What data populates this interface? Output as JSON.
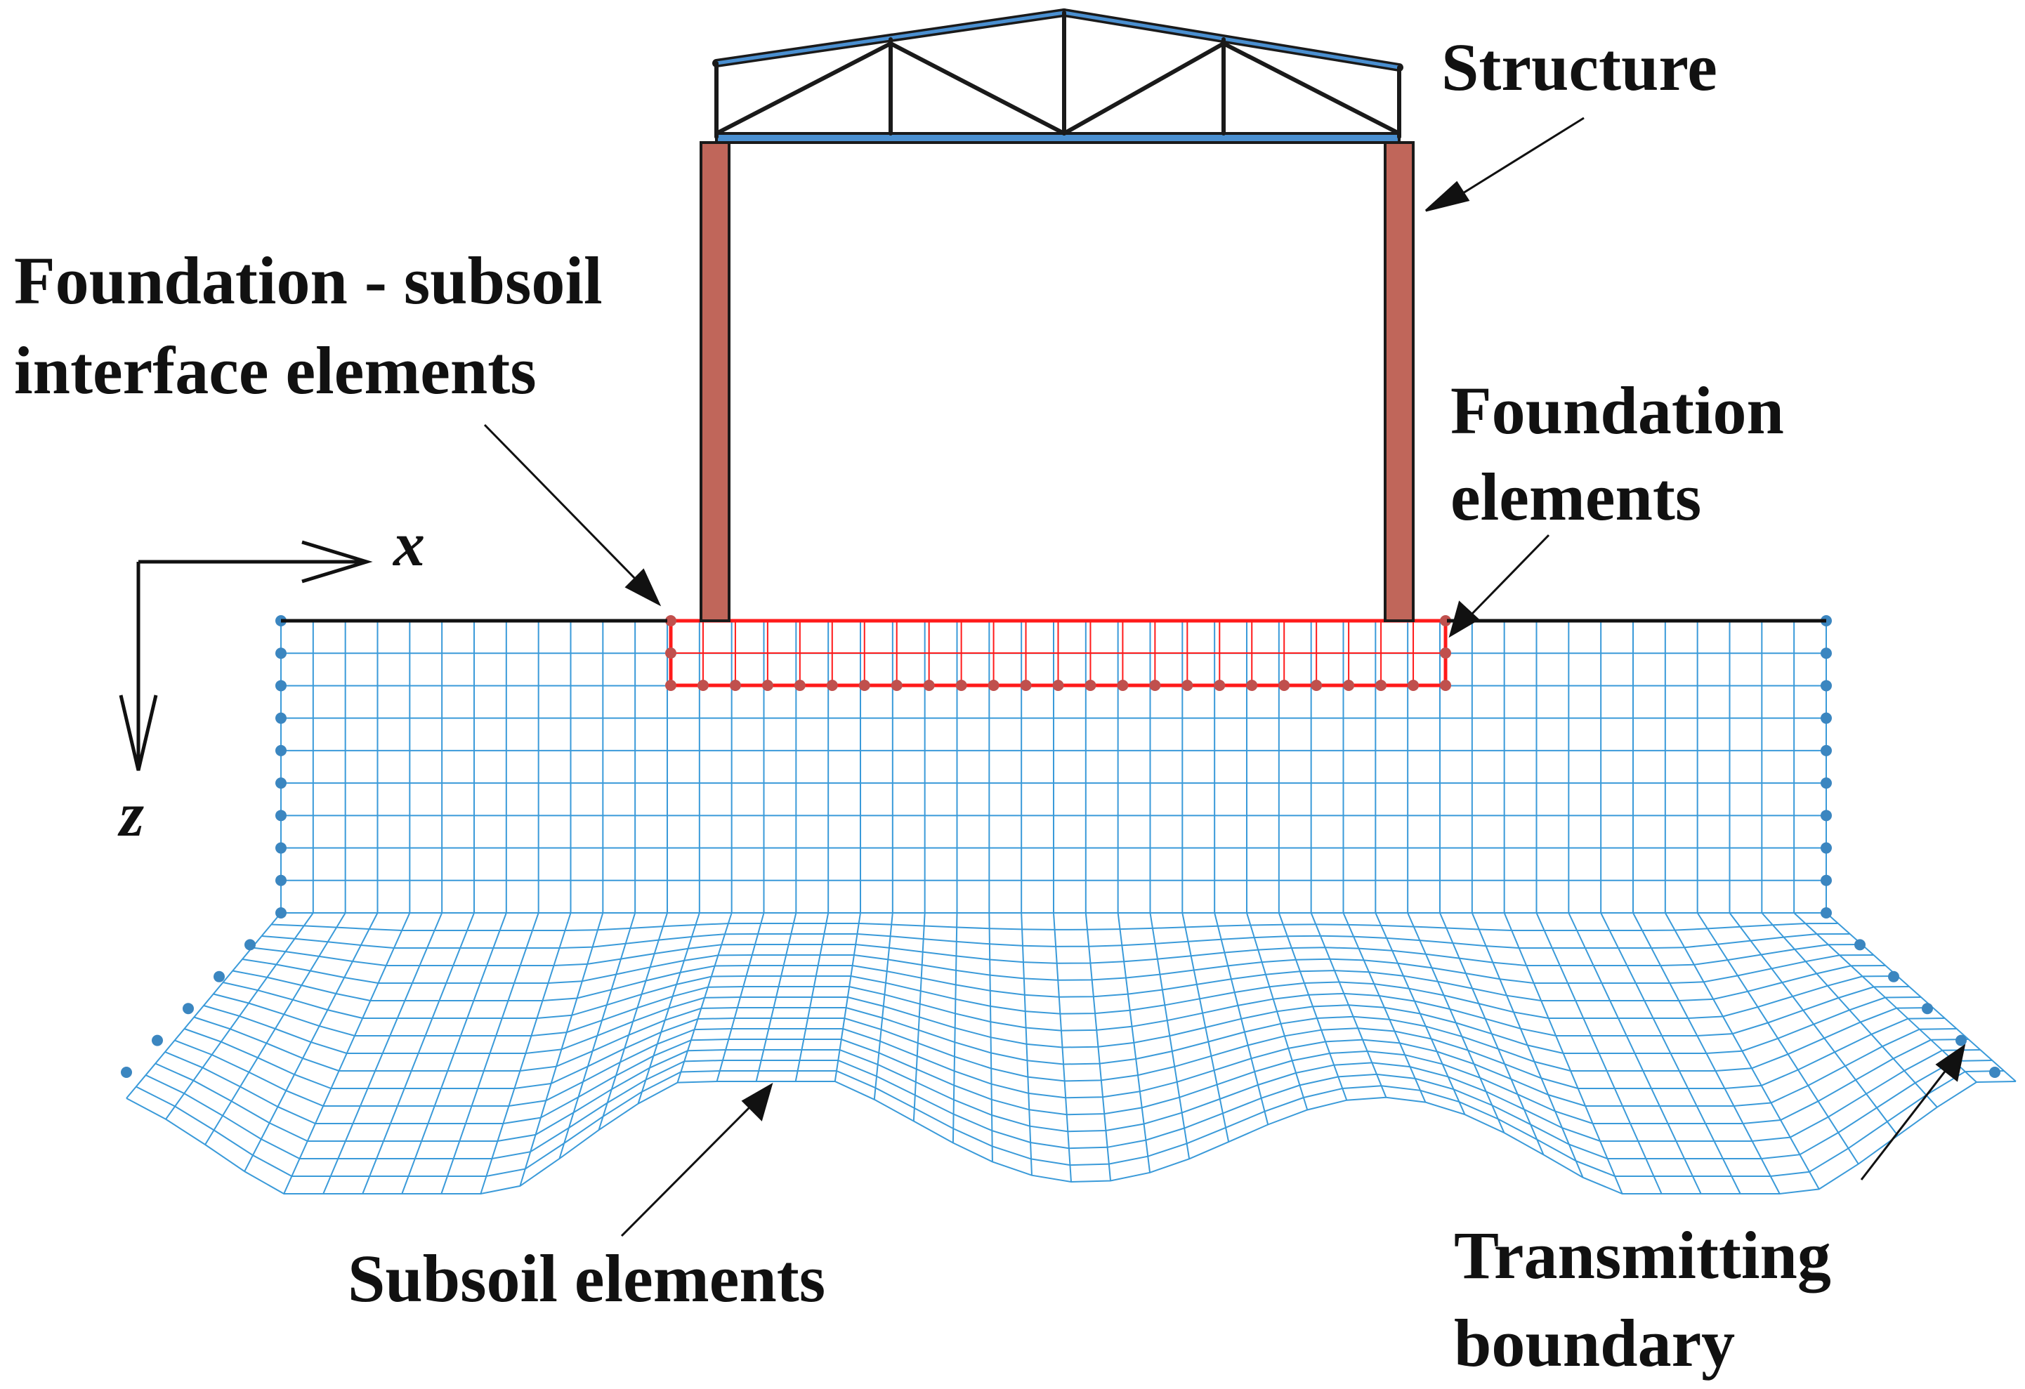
{
  "labels": {
    "structure": "Structure",
    "interface_line1": "Foundation - subsoil",
    "interface_line2": "interface elements",
    "foundation_line1": "Foundation",
    "foundation_line2": "elements",
    "subsoil": "Subsoil elements",
    "boundary_line1": "Transmitting",
    "boundary_line2": "boundary"
  },
  "axes": {
    "x": "x",
    "z": "z"
  },
  "colors": {
    "subsoil_mesh": "#3a9ad9",
    "boundary_node": "#3b86c0",
    "foundation": "#ff1a1a",
    "foundation_node": "#c0504d",
    "column": "#c0665a",
    "truss": "#1a1a1a",
    "truss_top": "#4a8fd0",
    "ink": "#111111"
  }
}
